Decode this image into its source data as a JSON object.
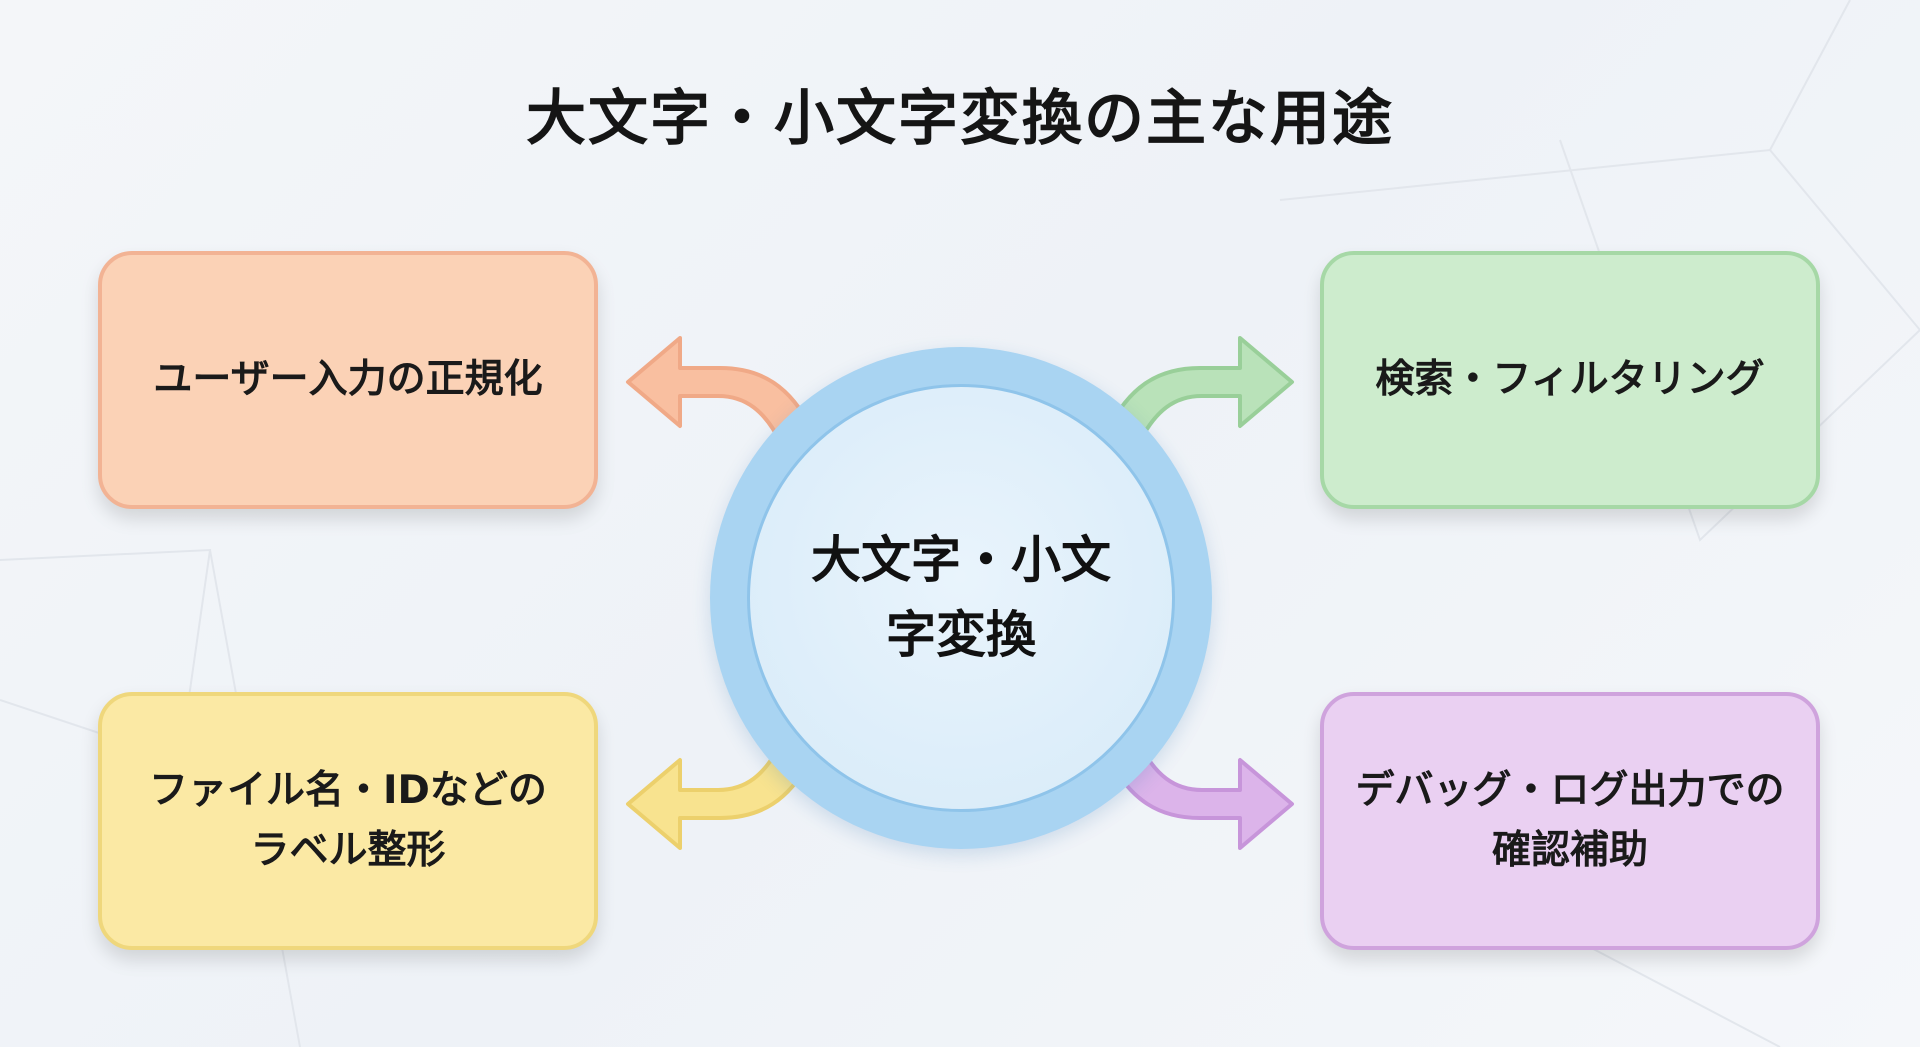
{
  "title": "大文字・小文字変換の主な用途",
  "center": {
    "label": "大文字・小文字変換"
  },
  "uses": [
    {
      "label": "ユーザー入力の正規化",
      "color": "#fbd2b6"
    },
    {
      "label": "検索・フィルタリング",
      "color": "#cdeccd"
    },
    {
      "label": "ファイル名・IDなどのラベル整形",
      "color": "#fbe9a4"
    },
    {
      "label": "デバッグ・ログ出力での確認補助",
      "color": "#ead0f2"
    }
  ]
}
